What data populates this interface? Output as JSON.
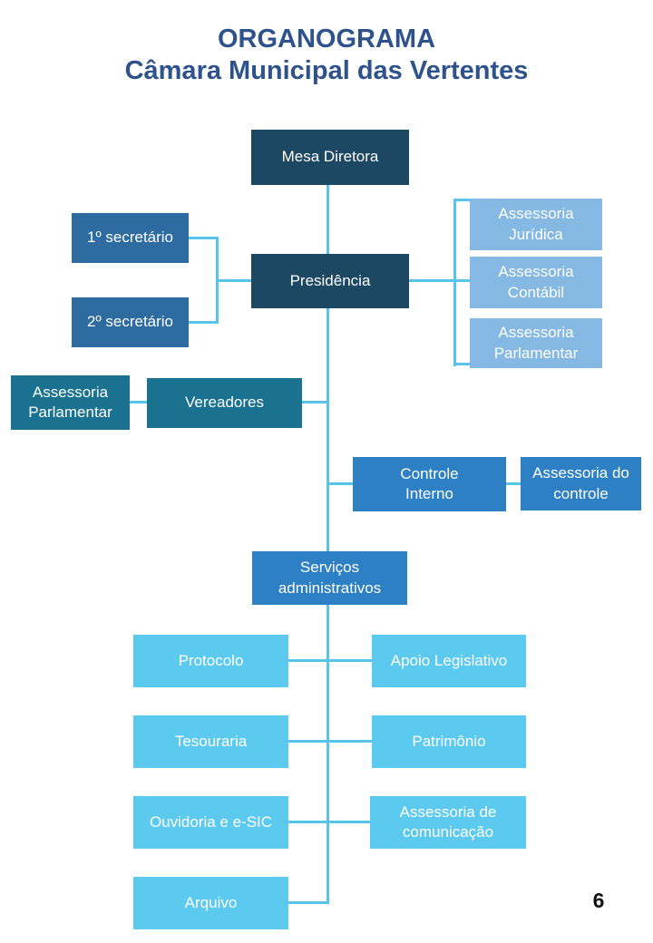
{
  "title": {
    "line1": "ORGANOGRAMA",
    "line2": "Câmara Municipal das Vertentes"
  },
  "page_number": "6",
  "colors": {
    "title_text": "#2E538C",
    "navy_box": "#1C4864",
    "steel_box": "#2D6BA0",
    "teal_box": "#1A7190",
    "medium_box": "#2E80C4",
    "light_box": "#85B8E2",
    "sky_box": "#5CC9EF",
    "connector_line": "#58C4E9",
    "box_text": "#FFFFFF"
  },
  "nodes": {
    "mesa_diretora": {
      "label": "Mesa Diretora"
    },
    "presidencia": {
      "label": "Presidência"
    },
    "secretario_1": {
      "label": "1º secretário"
    },
    "secretario_2": {
      "label": "2º secretário"
    },
    "assessoria_juridica": {
      "label": "Assessoria\nJurídica"
    },
    "assessoria_contabil": {
      "label": "Assessoria\nContábil"
    },
    "assessoria_parlamentar_direita": {
      "label": "Assessoria\nParlamentar"
    },
    "assessoria_parlamentar_esquerda": {
      "label": "Assessoria\nParlamentar"
    },
    "vereadores": {
      "label": "Vereadores"
    },
    "controle_interno": {
      "label": "Controle\nInterno"
    },
    "assessoria_do_controle": {
      "label": "Assessoria do\ncontrole"
    },
    "servicos_administrativos": {
      "label": "Serviços\nadministrativos"
    },
    "protocolo": {
      "label": "Protocolo"
    },
    "apoio_legislativo": {
      "label": "Apoio Legislativo"
    },
    "tesouraria": {
      "label": "Tesouraria"
    },
    "patrimonio": {
      "label": "Patrimônio"
    },
    "ouvidoria_esic": {
      "label": "Ouvidoria e e-SIC"
    },
    "assessoria_comunicacao": {
      "label": "Assessoria de\ncomunicação"
    },
    "arquivo": {
      "label": "Arquivo"
    }
  },
  "edges": [
    [
      "mesa_diretora",
      "presidencia"
    ],
    [
      "secretario_1",
      "presidencia"
    ],
    [
      "secretario_2",
      "presidencia"
    ],
    [
      "presidencia",
      "assessoria_juridica"
    ],
    [
      "presidencia",
      "assessoria_contabil"
    ],
    [
      "presidencia",
      "assessoria_parlamentar_direita"
    ],
    [
      "presidencia",
      "vereadores"
    ],
    [
      "assessoria_parlamentar_esquerda",
      "vereadores"
    ],
    [
      "presidencia",
      "controle_interno"
    ],
    [
      "controle_interno",
      "assessoria_do_controle"
    ],
    [
      "presidencia",
      "servicos_administrativos"
    ],
    [
      "servicos_administrativos",
      "protocolo"
    ],
    [
      "servicos_administrativos",
      "apoio_legislativo"
    ],
    [
      "servicos_administrativos",
      "tesouraria"
    ],
    [
      "servicos_administrativos",
      "patrimonio"
    ],
    [
      "servicos_administrativos",
      "ouvidoria_esic"
    ],
    [
      "servicos_administrativos",
      "assessoria_comunicacao"
    ],
    [
      "servicos_administrativos",
      "arquivo"
    ]
  ]
}
